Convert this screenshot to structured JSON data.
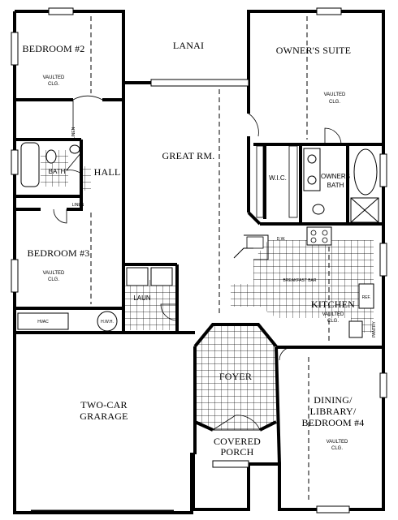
{
  "rooms": {
    "bedroom2": {
      "name": "BEDROOM #2",
      "note1": "VAULTED",
      "note2": "CLG."
    },
    "lanai": {
      "name": "LANAI"
    },
    "owners_suite": {
      "name": "OWNER'S SUITE",
      "note1": "VAULTED",
      "note2": "CLG."
    },
    "great_room": {
      "name": "GREAT RM."
    },
    "hall": {
      "name": "HALL"
    },
    "bath": {
      "name": "BATH"
    },
    "linen_upper": {
      "name": "LINEN"
    },
    "linen_lower": {
      "name": "LINEN"
    },
    "wic": {
      "name": "W.I.C."
    },
    "owners_bath": {
      "line1": "OWNERS",
      "line2": "BATH"
    },
    "bedroom3": {
      "name": "BEDROOM #3",
      "note1": "VAULTED",
      "note2": "CLG."
    },
    "laundry": {
      "name": "LAUN"
    },
    "kitchen": {
      "name": "KITCHEN",
      "note1": "VAULTED",
      "note2": "CLG."
    },
    "hvac": {
      "name": "HVAC"
    },
    "water_heater": {
      "name": "H.W.H."
    },
    "foyer": {
      "name": "FOYER"
    },
    "garage": {
      "line1": "TWO-CAR",
      "line2": "GRARAGE"
    },
    "dining": {
      "line1": "DINING/",
      "line2": "LIBRARY/",
      "line3": "BEDROOM #4",
      "note1": "VAULTED",
      "note2": "CLG."
    },
    "porch": {
      "line1": "COVERED",
      "line2": "PORCH"
    },
    "pantry": {
      "name": "PANTRY"
    },
    "refrigerator": {
      "name": "REF."
    },
    "dishwasher": {
      "name": "D.W."
    },
    "breakfast_bar": {
      "name": "BREAKFAST BAR"
    }
  }
}
